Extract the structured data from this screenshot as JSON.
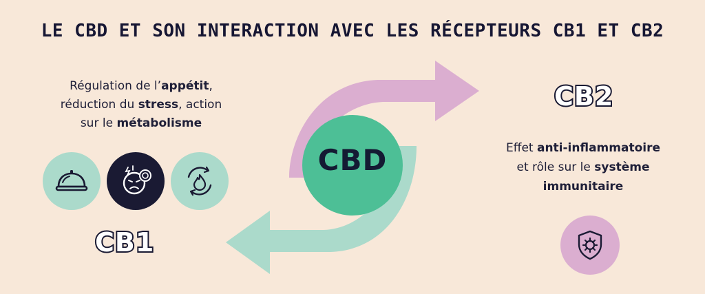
{
  "title": "LE CBD ET SON INTERACTION AVEC LES RÉCEPTEURS CB1 ET CB2",
  "center": {
    "label": "CBD"
  },
  "cb1": {
    "label": "CB1",
    "desc_line1": {
      "t1": "Régulation de l’",
      "b1": "appétit",
      "t2": ","
    },
    "desc_line2": {
      "t1": "réduction du ",
      "b1": "stress",
      "t2": ", action"
    },
    "desc_line3": {
      "t1": "sur le ",
      "b1": "métabolisme"
    },
    "icons": [
      "cloche-icon",
      "stress-face-icon",
      "metabolism-cycle-icon"
    ]
  },
  "cb2": {
    "label": "CB2",
    "desc_line1": {
      "t1": "Effet ",
      "b1": "anti-inflammatoire"
    },
    "desc_line2": {
      "t1": "et rôle sur le ",
      "b1": "système"
    },
    "desc_line3": {
      "b1": "immunitaire"
    },
    "icons": [
      "virus-shield-icon"
    ]
  },
  "colors": {
    "background": "#f8e8d9",
    "pink_arrow": "#dbaed0",
    "green_arrow": "#abdacb",
    "cbd_circle": "#4dbf96",
    "dark": "#1a1a33"
  }
}
